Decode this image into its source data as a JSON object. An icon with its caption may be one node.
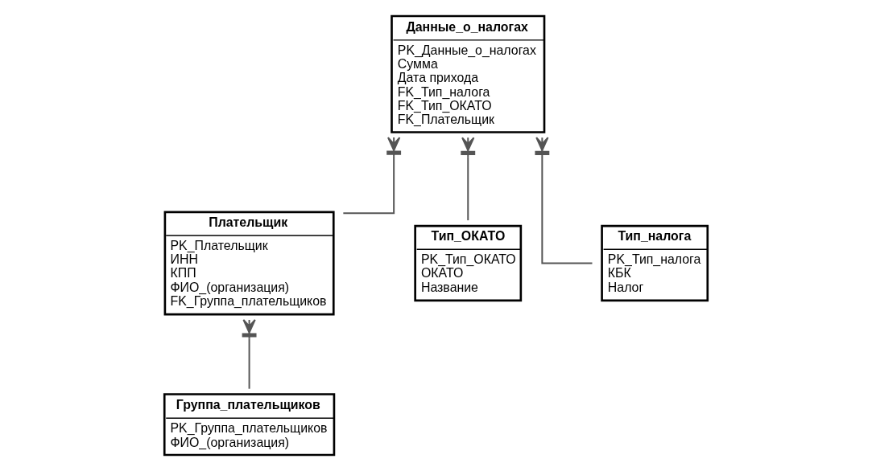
{
  "diagram": {
    "nodes": [
      {
        "text": [
          "Данные_о_налогах",
          "PK_Данные_о_налогах",
          "Сумма",
          "Дата прихода",
          "FK_Тип_налога",
          "FK_Тип_ОКАТО",
          "FK_Плательщик"
        ]
      },
      {
        "text": [
          "Плательщик",
          "PK_Плательщик",
          "ИНН",
          "КПП",
          "ФИО_(организация)",
          "FK_Группа_плательщиков"
        ]
      },
      {
        "text": [
          "Группа_плательщиков",
          "PK_Группа_плательщиков",
          "ФИО_(организация)"
        ]
      },
      {
        "text": [
          "Тип_ОКАТО",
          "PK_Тип_ОКАТО",
          "ОКАТО",
          "Название"
        ]
      },
      {
        "text": [
          "Тип_налога",
          "PK_Тип_налога",
          "КБК",
          "Налог"
        ]
      }
    ],
    "edges": [
      {
        "from": 1,
        "to": 0,
        "arrow": "other"
      },
      {
        "from": 4,
        "to": 0,
        "arrow": "other"
      },
      {
        "from": 3,
        "to": 0,
        "arrow": "other"
      },
      {
        "from": 2,
        "to": 1,
        "arrow": "other"
      }
    ]
  }
}
